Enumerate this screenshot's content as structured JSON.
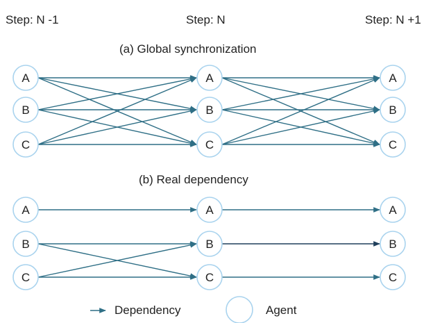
{
  "headers": {
    "prev": "Step: N -1",
    "curr": "Step: N",
    "next": "Step: N +1"
  },
  "sections": [
    {
      "id": "global",
      "title": "(a) Global synchronization"
    },
    {
      "id": "real",
      "title": "(b) Real dependency"
    }
  ],
  "agents": [
    "A",
    "B",
    "C"
  ],
  "legend": {
    "edge_label": "Dependency",
    "node_label": "Agent"
  },
  "colors": {
    "node_stroke": "#a9d3ee",
    "edge": "#2f6f86",
    "edge_dark": "#1f3f5b"
  },
  "dependencies": {
    "global": [
      [
        "A",
        "A"
      ],
      [
        "A",
        "B"
      ],
      [
        "A",
        "C"
      ],
      [
        "B",
        "A"
      ],
      [
        "B",
        "B"
      ],
      [
        "B",
        "C"
      ],
      [
        "C",
        "A"
      ],
      [
        "C",
        "B"
      ],
      [
        "C",
        "C"
      ]
    ],
    "real_step1": [
      [
        "A",
        "A"
      ],
      [
        "B",
        "B"
      ],
      [
        "B",
        "C"
      ],
      [
        "C",
        "B"
      ],
      [
        "C",
        "C"
      ]
    ],
    "real_step2": [
      [
        "A",
        "A"
      ],
      [
        "B",
        "B"
      ],
      [
        "C",
        "C"
      ]
    ]
  }
}
